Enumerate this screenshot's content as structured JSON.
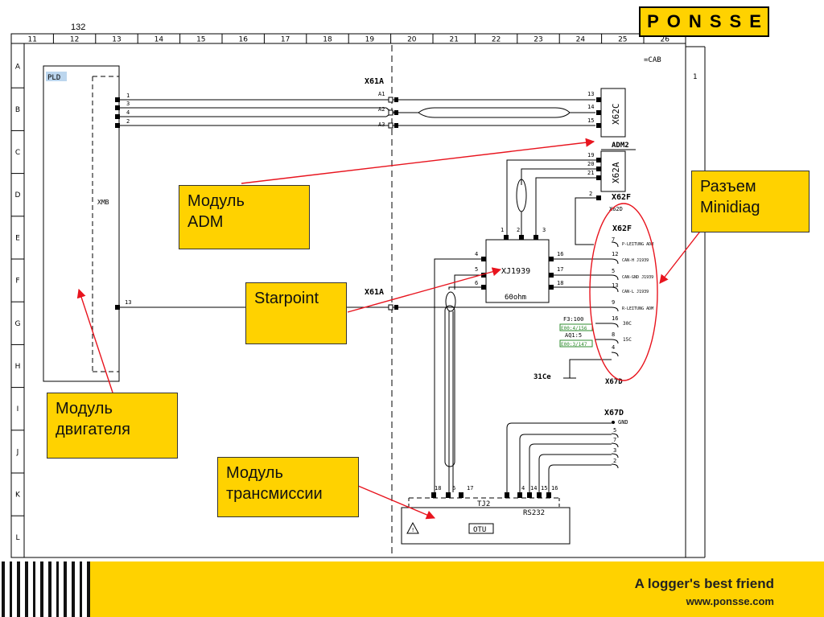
{
  "header": {
    "page_number": "132",
    "logo_letters": [
      "P",
      "O",
      "N",
      "S",
      "S",
      "E"
    ]
  },
  "frame": {
    "columns": [
      "11",
      "12",
      "13",
      "14",
      "15",
      "16",
      "17",
      "18",
      "19",
      "20",
      "21",
      "22",
      "23",
      "24",
      "25",
      "26"
    ],
    "rows": [
      "A",
      "B",
      "C",
      "D",
      "E",
      "F",
      "G",
      "H",
      "I",
      "J",
      "K",
      "L"
    ],
    "right_marker": "1"
  },
  "schematic": {
    "cab_label": "=CAB",
    "pld_label": "PLD",
    "xmb_label": "XMB",
    "pld_pins": [
      "1",
      "3",
      "4",
      "2"
    ],
    "pld_pin_g": "13",
    "x61a_top": "X61A",
    "x61a_bottom": "X61A",
    "x61a_pins": [
      "A1",
      "A2",
      "A3"
    ],
    "x62c_label": "X62C",
    "x62c_pins": [
      "13",
      "14",
      "15"
    ],
    "adm2_label": "ADM2",
    "x62a_label": "X62A",
    "x62a_pins": [
      "19",
      "20",
      "21"
    ],
    "x62f_top_label": "X62F",
    "x62f_pin": "2",
    "x62d_label": "X62D",
    "x62f_label": "X62F",
    "x62f_pins": [
      "7",
      "12",
      "5",
      "13",
      "9",
      "16",
      "8",
      "4"
    ],
    "x62f_descs": [
      "P-LEITUNG ADM",
      "CAN-H J1939",
      "CAN-GND J1939",
      "CAN-L J1939",
      "R-LEITUNG ADM",
      "30C",
      "15C",
      ""
    ],
    "xj1939_label": "XJ1939",
    "ohm_label": "60ohm",
    "xj_top_pins": [
      "1",
      "2",
      "3"
    ],
    "xj_left_pins": [
      "4",
      "5",
      "6"
    ],
    "xj_right_pins": [
      "16",
      "17",
      "18"
    ],
    "f3_label": "F3:100",
    "f3_ref": "E00:4/156",
    "aq_label": "AQ1:5",
    "aq_ref": "E00:3/147",
    "ground_label": "31Ce",
    "x67d_top": "X67D",
    "x67d_label": "X67D",
    "x67d_gnd": "GND",
    "x67d_pins": [
      "5",
      "7",
      "3",
      "2"
    ],
    "tj2_label": "TJ2",
    "tj2_left_pins": [
      "18",
      "6",
      "17"
    ],
    "tj2_right_pins": [
      "4",
      "14",
      "15",
      "16"
    ],
    "rs232_label": "RS232",
    "otu_label": "OTU"
  },
  "callouts": {
    "adm": [
      "Модуль",
      "ADM"
    ],
    "minidiag": [
      "Разъем",
      "Minidiag"
    ],
    "starpoint": [
      "Starpoint"
    ],
    "engine": [
      "Модуль",
      "двигателя"
    ],
    "transmission": [
      "Модуль",
      "трансмиссии"
    ]
  },
  "footer": {
    "slogan": "A logger's best friend",
    "website": "www.ponsse.com"
  },
  "colors": {
    "brand_yellow": "#ffd200",
    "annotation_red": "#e8141e",
    "label_green": "#2e8b2e"
  }
}
